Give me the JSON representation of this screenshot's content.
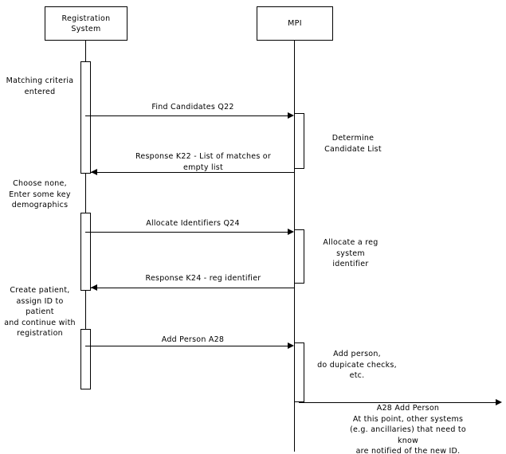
{
  "diagram": {
    "type": "sequence-diagram",
    "participants": [
      {
        "id": "registration-system",
        "label": "Registration\nSystem"
      },
      {
        "id": "mpi",
        "label": "MPI"
      }
    ],
    "left_notes": [
      {
        "id": "matching-criteria",
        "text": "Matching criteria\nentered"
      },
      {
        "id": "choose-none",
        "text": "Choose none,\nEnter some key\ndemographics"
      },
      {
        "id": "create-patient",
        "text": "Create patient,\nassign ID to\npatient\nand continue with\nregistration"
      }
    ],
    "messages": [
      {
        "id": "find-candidates",
        "label": "Find Candidates Q22",
        "direction": "right"
      },
      {
        "id": "response-k22",
        "label": "Response K22 - List of matches or\nempty list",
        "direction": "left"
      },
      {
        "id": "allocate-identifiers",
        "label": "Allocate Identifiers Q24",
        "direction": "right"
      },
      {
        "id": "response-k24",
        "label": "Response K24 - reg identifier",
        "direction": "left"
      },
      {
        "id": "add-person",
        "label": "Add Person A28",
        "direction": "right"
      },
      {
        "id": "broadcast-add-person",
        "label": "A28 Add Person\nAt this point, other systems\n(e.g. ancillaries) that need to\nknow\nare notified of the new ID.",
        "direction": "right"
      }
    ],
    "right_notes": [
      {
        "id": "determine-candidate-list",
        "text": "Determine\nCandidate List"
      },
      {
        "id": "allocate-reg-identifier",
        "text": "Allocate a reg\nsystem\nidentifier"
      },
      {
        "id": "add-person-checks",
        "text": "Add person,\ndo dupicate checks,\netc."
      }
    ],
    "colors": {
      "stroke": "#000000",
      "fill": "#ffffff",
      "text": "#000000"
    }
  }
}
